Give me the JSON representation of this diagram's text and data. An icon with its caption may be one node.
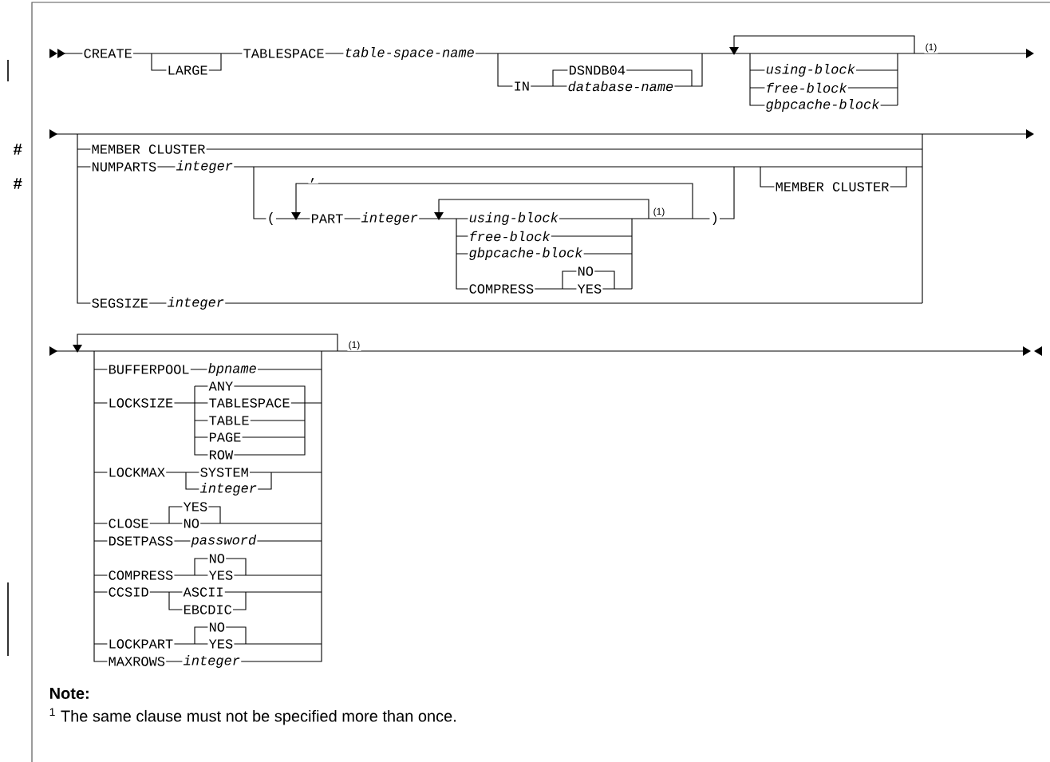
{
  "diagram": {
    "labels": [
      "CREATE",
      "LARGE",
      "TABLESPACE",
      "table-space-name",
      "IN",
      "DSNDB04",
      "database-name",
      "(1)",
      "using-block",
      "free-block",
      "gbpcache-block",
      "#",
      "MEMBER CLUSTER",
      "#",
      "NUMPARTS",
      "integer",
      ",",
      "(",
      "PART",
      "integer",
      "using-block",
      "(1)",
      ")",
      "MEMBER CLUSTER",
      "free-block",
      "gbpcache-block",
      "NO",
      "COMPRESS",
      "YES",
      "SEGSIZE",
      "integer",
      "(1)",
      "BUFFERPOOL",
      "bpname",
      "ANY",
      "LOCKSIZE",
      "TABLESPACE",
      "TABLE",
      "PAGE",
      "ROW",
      "LOCKMAX",
      "SYSTEM",
      "integer",
      "YES",
      "CLOSE",
      "NO",
      "DSETPASS",
      "password",
      "NO",
      "COMPRESS",
      "YES",
      "CCSID",
      "ASCII",
      "EBCDIC",
      "NO",
      "LOCKPART",
      "YES",
      "MAXROWS",
      "integer",
      "Note:",
      "$^{1}$ The same clause must not be specified more than once."
    ]
  }
}
